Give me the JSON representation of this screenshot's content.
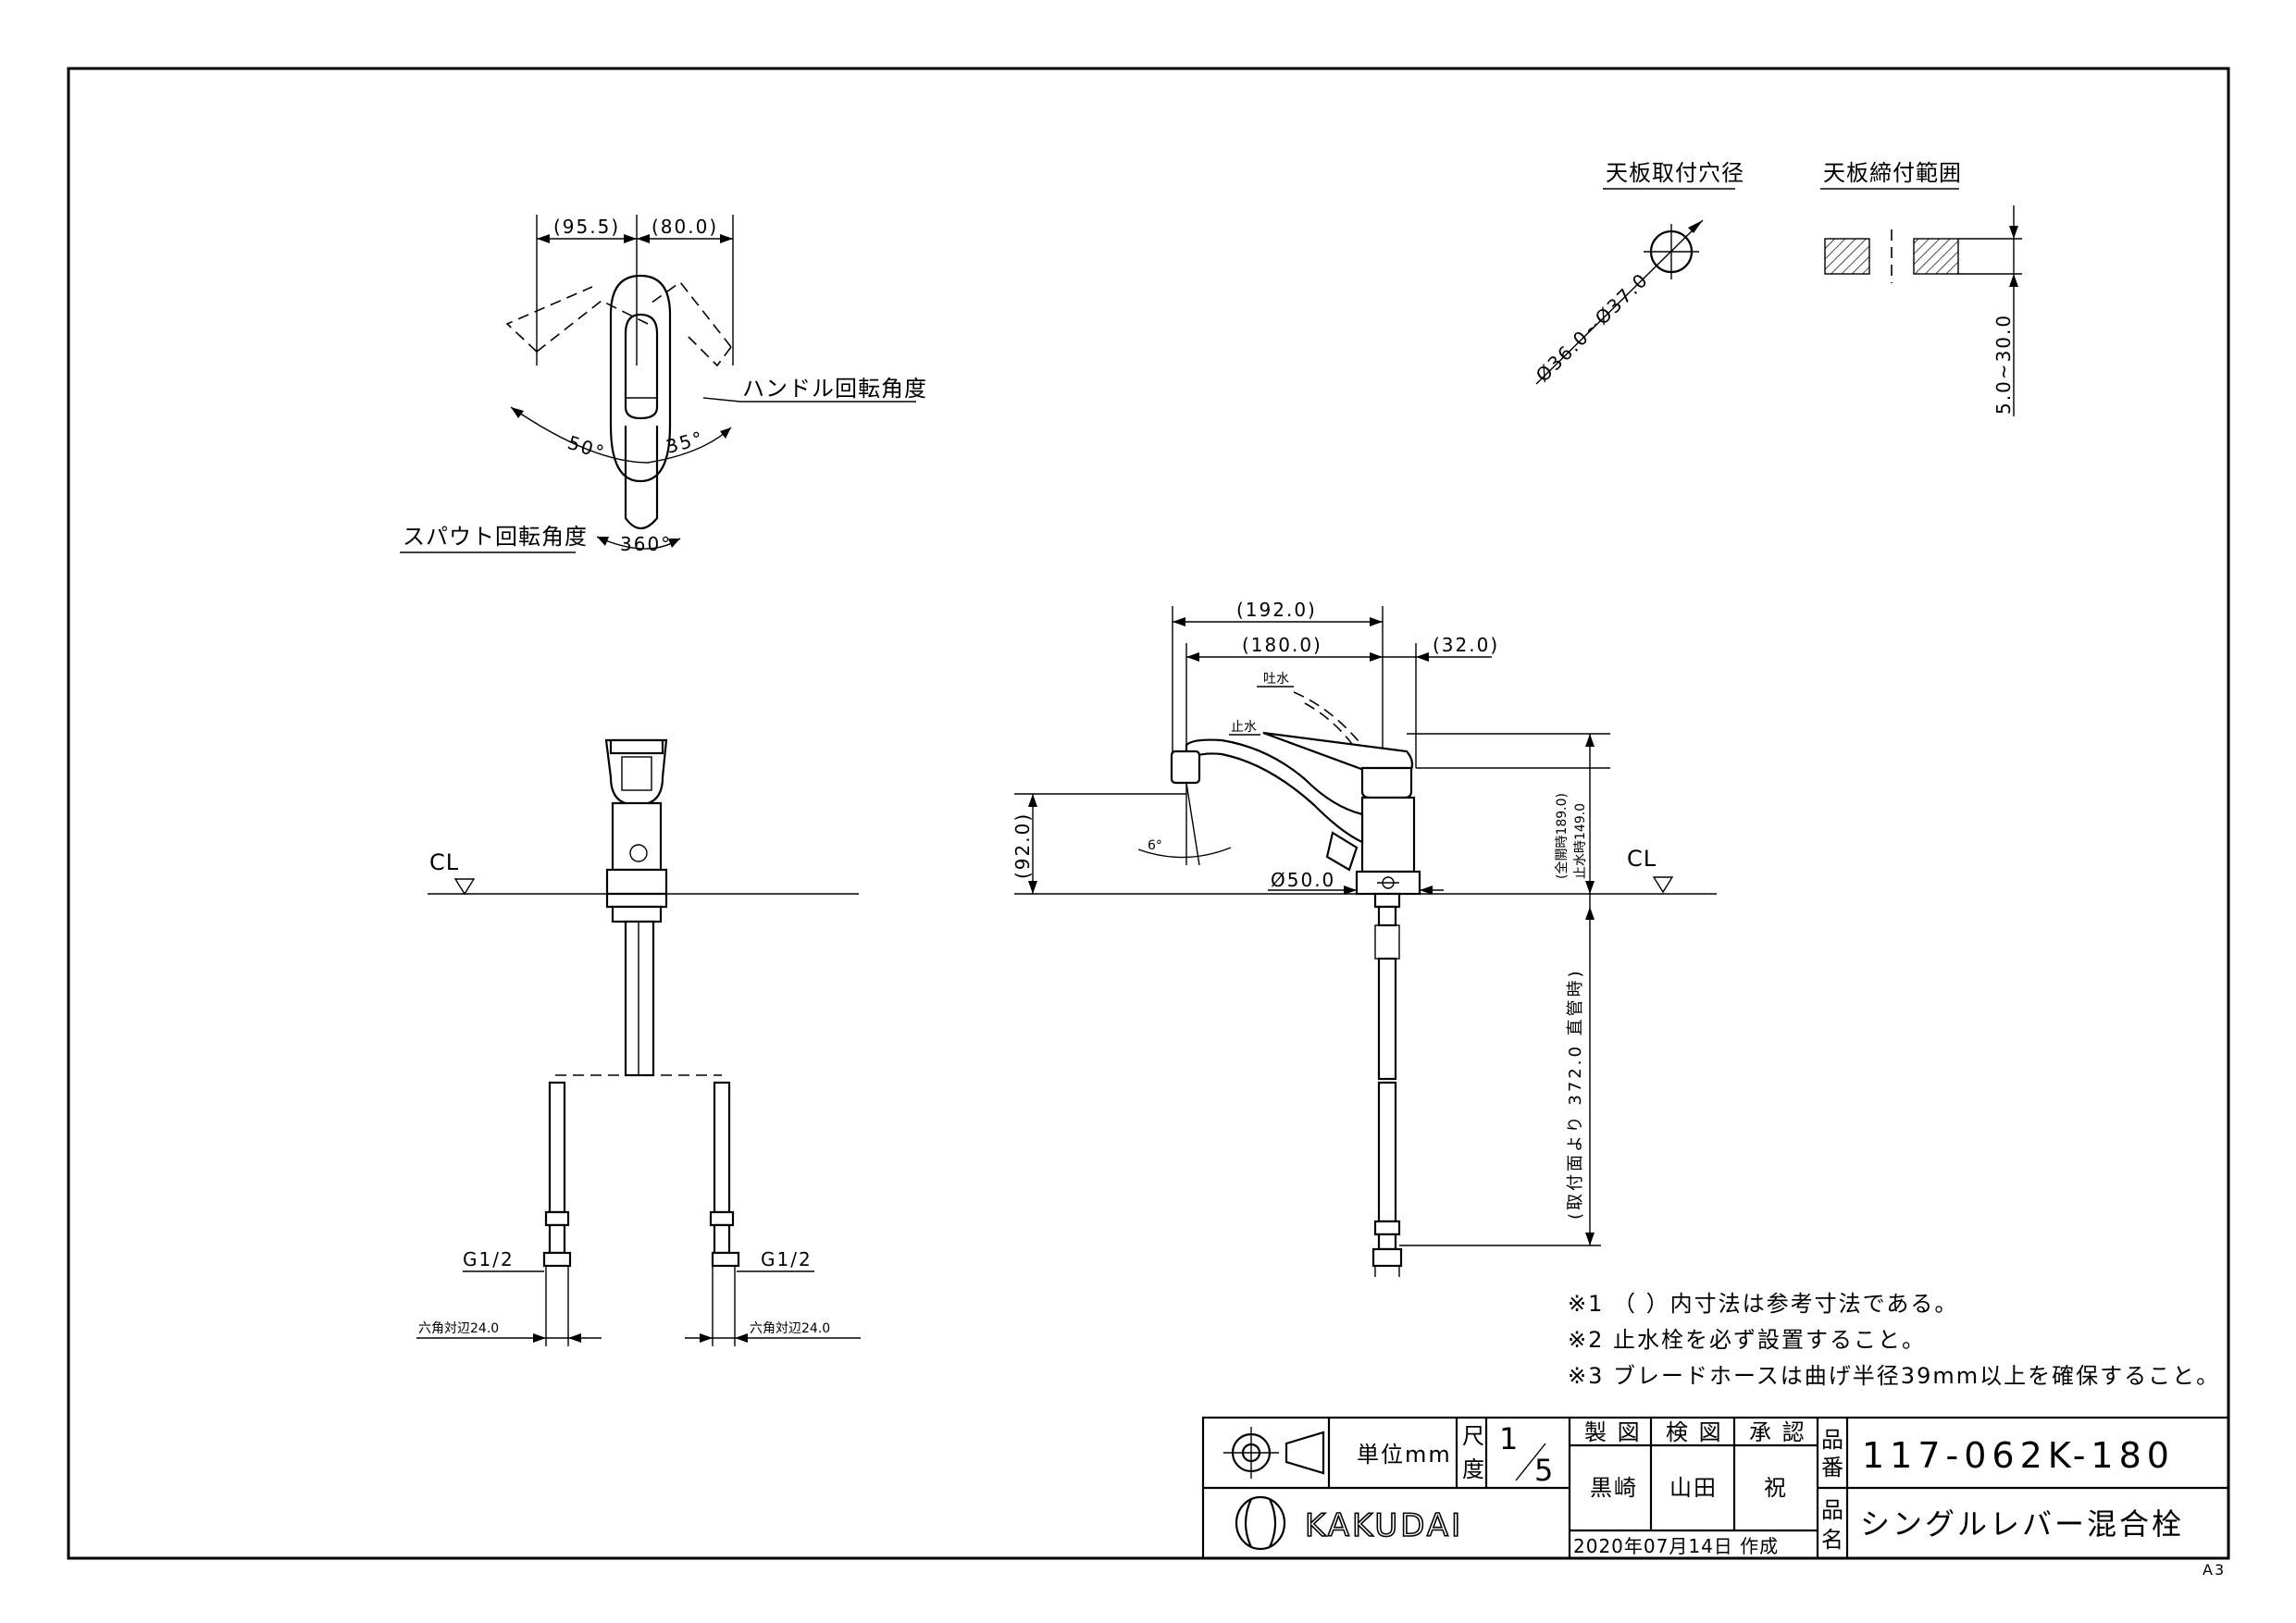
{
  "top_view": {
    "dim_left": "(95.5)",
    "dim_right": "(80.0)",
    "handle_rotation_label": "ハンドル回転角度",
    "angle_left": "50°",
    "angle_right": "35°",
    "spout_rotation_label": "スパウト回転角度",
    "spout_angle": "360°"
  },
  "mounting": {
    "hole_title": "天板取付穴径",
    "hole_dim": "Ø36.0~Ø37.0",
    "clamp_title": "天板締付範囲",
    "clamp_dim": "5.0~30.0"
  },
  "front_view": {
    "cl": "CL",
    "thread_left": "G1/2",
    "thread_right": "G1/2",
    "hex_left": "六角対辺24.0",
    "hex_right": "六角対辺24.0"
  },
  "side_view": {
    "dim_192": "(192.0)",
    "dim_180": "(180.0)",
    "dim_32": "(32.0)",
    "water_on": "吐水",
    "water_off": "止水",
    "dim_92": "(92.0)",
    "angle_6": "6°",
    "dia_50": "Ø50.0",
    "height_open": "(全開時189.0)",
    "height_closed": "止水時149.0",
    "hose_length": "(取付面より 372.0 直管時)",
    "cl": "CL"
  },
  "notes": [
    "※1 （ ）内寸法は参考寸法である。",
    "※2 止水栓を必ず設置すること。",
    "※3 ブレードホースは曲げ半径39mm以上を確保すること。"
  ],
  "title_block": {
    "unit_label": "単位mm",
    "scale_label_1": "尺",
    "scale_label_2": "度",
    "scale_num": "1",
    "scale_den": "5",
    "drawn_label": "製 図",
    "checked_label": "検 図",
    "approved_label": "承 認",
    "drawn_by": "黒崎",
    "checked_by": "山田",
    "approved_by": "祝",
    "part_no_label_1": "品",
    "part_no_label_2": "番",
    "part_no": "117-062K-180",
    "name_label_1": "品",
    "name_label_2": "名",
    "name": "シングルレバー混合栓",
    "date": "2020年07月14日 作成",
    "brand": "KAKUDAI",
    "sheet_size": "A3"
  }
}
